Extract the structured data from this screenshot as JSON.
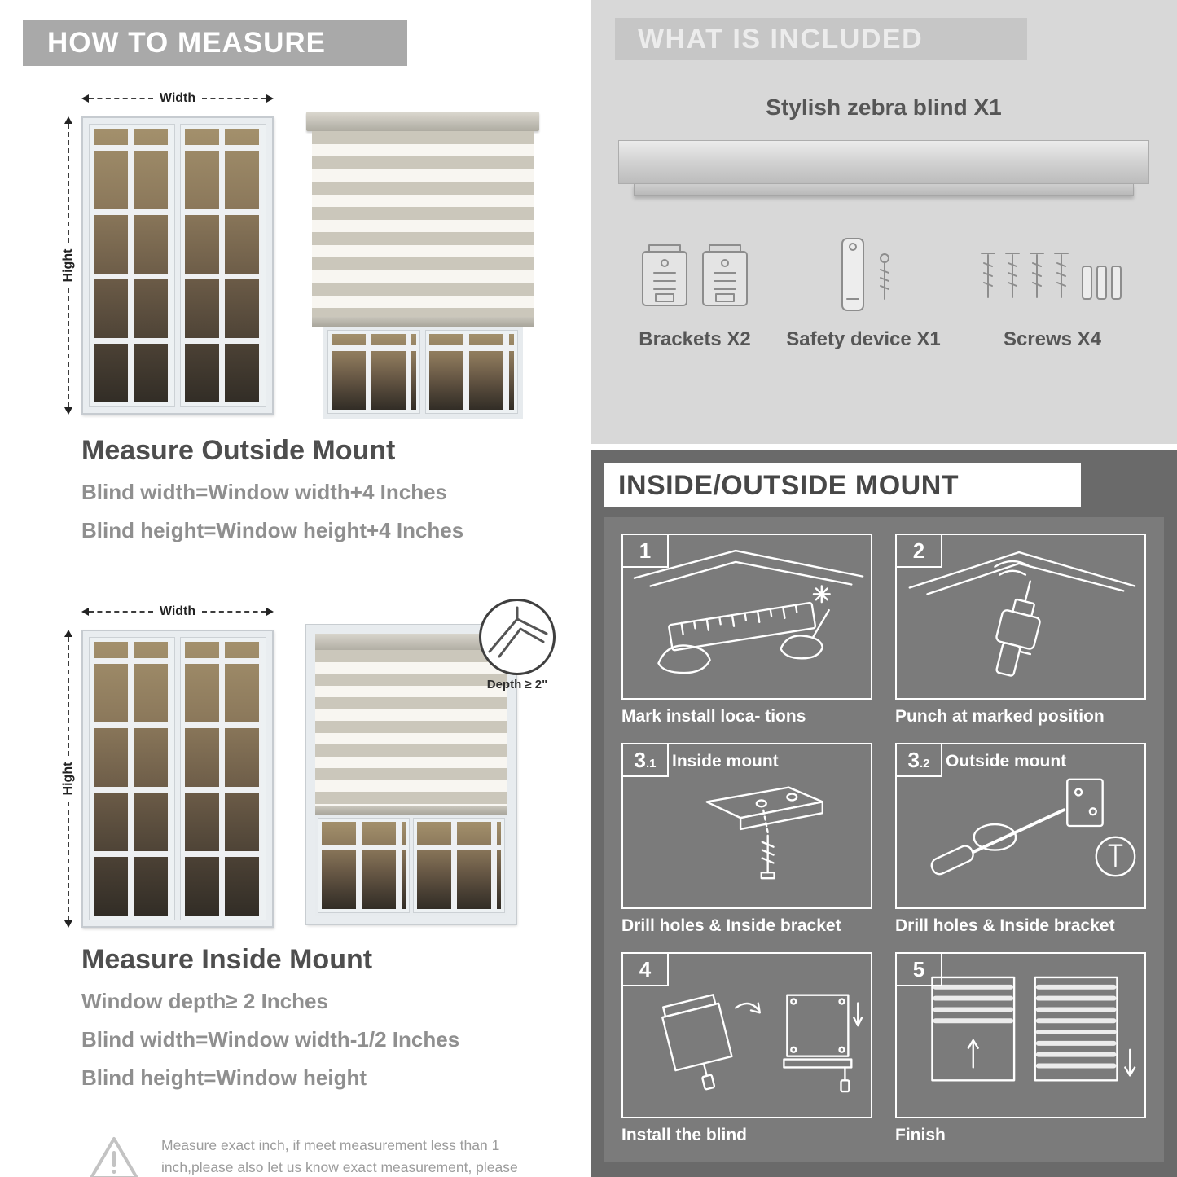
{
  "colors": {
    "measure_banner": "#a9a9a9",
    "included_bg": "#d8d8d8",
    "included_banner": "#c6c6c6",
    "mount_bg": "#6a6a6a",
    "tile_bg": "#7b7b7b",
    "heading_text": "#4e4e4e",
    "formula_text": "#8f8f8f"
  },
  "left": {
    "header": "HOW TO MEASURE",
    "labels": {
      "width": "Width",
      "height": "Hight",
      "depth": "Depth ≥ 2\""
    },
    "outside": {
      "title": "Measure Outside Mount",
      "lines": [
        "Blind width=Window width+4 Inches",
        "Blind height=Window height+4 Inches"
      ]
    },
    "inside": {
      "title": "Measure Inside Mount",
      "lines": [
        "Window depth≥ 2 Inches",
        "Blind width=Window width-1/2 Inches",
        "Blind height=Window height"
      ]
    },
    "warning": "Measure exact inch, if meet measurement less than 1 inch,please also let us know exact measurement, please do not leave it"
  },
  "right": {
    "included": {
      "header": "WHAT IS INCLUDED",
      "product": "Stylish zebra blind X1",
      "items": [
        {
          "label": "Brackets X2"
        },
        {
          "label": "Safety device X1"
        },
        {
          "label": "Screws X4"
        }
      ]
    },
    "mount": {
      "header": "INSIDE/OUTSIDE MOUNT",
      "steps": [
        {
          "num": "1",
          "caption": "Mark install loca- tions"
        },
        {
          "num": "2",
          "caption": "Punch at  marked position"
        },
        {
          "num": "3",
          "sub": ".1",
          "title": "Inside mount",
          "caption": "Drill holes &  Inside bracket"
        },
        {
          "num": "3",
          "sub": ".2",
          "title": "Outside mount",
          "caption": "Drill holes &  Inside bracket"
        },
        {
          "num": "4",
          "caption": "Install the blind"
        },
        {
          "num": "5",
          "caption": "Finish"
        }
      ]
    }
  }
}
